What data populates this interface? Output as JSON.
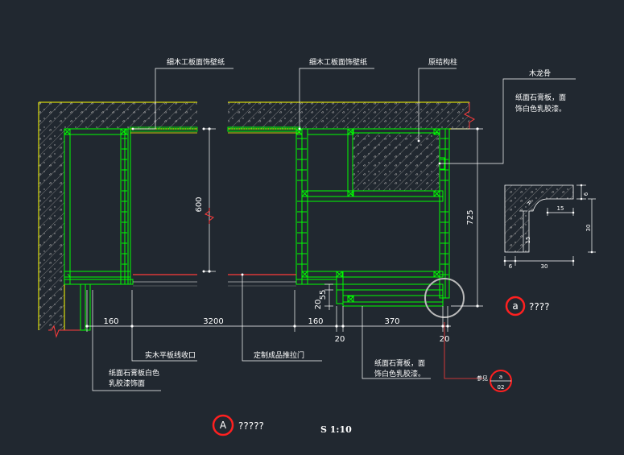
{
  "annotations": {
    "wallpaper_left": "细木工板面饰壁纸",
    "wallpaper_right": "细木工板面饰壁纸",
    "original_column": "原结构柱",
    "wood_keel": "木龙骨",
    "gypsum_right_1": "纸面石膏板，面",
    "gypsum_right_2": "饰白色乳胶漆。",
    "solid_wood_strip": "实木平板线收口",
    "custom_sliding_door": "定制成品推拉门",
    "gypsum_bottom_1": "纸面石膏板，面",
    "gypsum_bottom_2": "饰白色乳胶漆。",
    "gypsum_left_1": "纸面石膏板白色",
    "gypsum_left_2": "乳胶漆饰面"
  },
  "dimensions": {
    "height_600": "600",
    "height_725": "725",
    "d_160_left": "160",
    "d_3200": "3200",
    "d_160_right": "160",
    "d_370": "370",
    "d_20_a": "20",
    "d_20_b": "20",
    "d_20_c": "20",
    "d_55": "55",
    "detail_6_top": "6",
    "detail_15_h": "15",
    "detail_30_v": "30",
    "detail_15_v": "15",
    "detail_6_bottom": "6",
    "detail_30_bottom": "30",
    "detail_r": "R"
  },
  "titles": {
    "main_marker": "A",
    "main_title": "?????",
    "scale": "S 1:10",
    "detail_marker": "a",
    "detail_title": "????",
    "ref_label": "参见",
    "ref_top": "a",
    "ref_bottom": "02"
  },
  "colors": {
    "background": "#212830",
    "wood_frame": "#00ff00",
    "wall_edge": "#ffff00",
    "hatch": "#9a9a9a",
    "dimension": "#ffffff",
    "marker": "#ff0000"
  }
}
